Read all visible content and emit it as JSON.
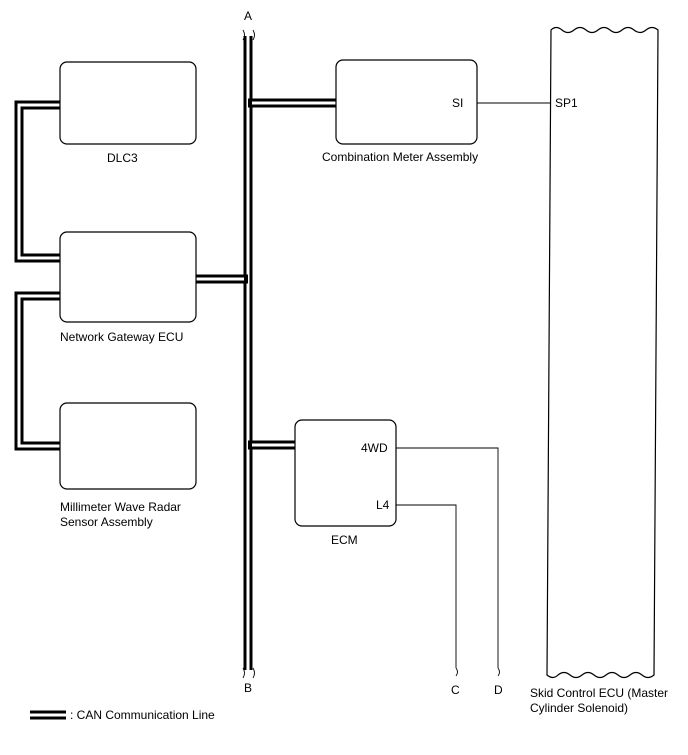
{
  "bus": {
    "top_label": "A",
    "bottom_label": "B"
  },
  "dlc3": {
    "label": "DLC3"
  },
  "gateway": {
    "label": "Network Gateway ECU"
  },
  "radar": {
    "label_line1": "Millimeter Wave Radar",
    "label_line2": "Sensor Assembly"
  },
  "meter": {
    "label": "Combination Meter Assembly",
    "pin": "SI"
  },
  "ecm": {
    "label": "ECM",
    "pin_4wd": "4WD",
    "pin_l4": "L4"
  },
  "skid": {
    "pin": "SP1",
    "label_line1": "Skid Control ECU (Master",
    "label_line2": "Cylinder Solenoid)"
  },
  "connectors": {
    "c": "C",
    "d": "D"
  },
  "legend": {
    "label": ": CAN Communication Line"
  }
}
